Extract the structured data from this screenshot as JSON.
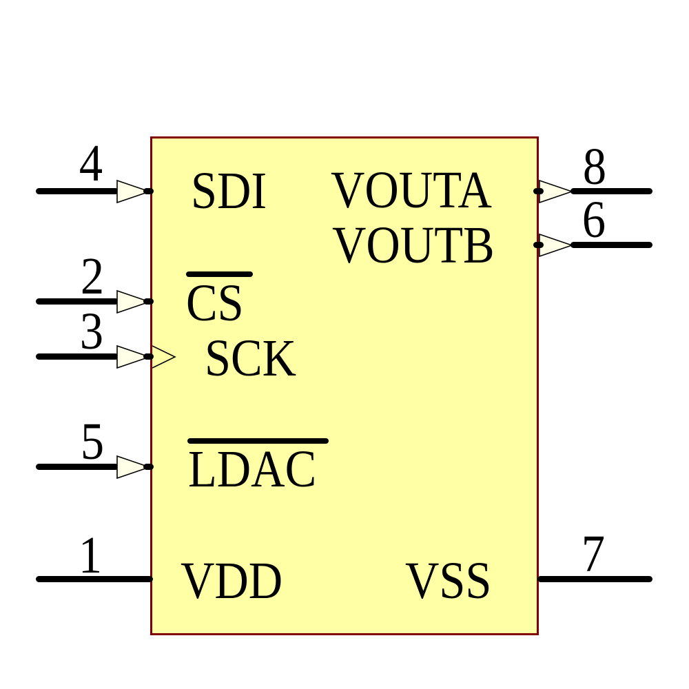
{
  "diagram": {
    "kind": "ic-schematic-symbol",
    "colors": {
      "body_fill": "#FFFFA6",
      "body_border": "#800000",
      "arrow_fill": "#FFFFE8",
      "wire": "#000000",
      "text": "#000000",
      "background": "#FFFFFF"
    },
    "pins": [
      {
        "number": "4",
        "label": "SDI",
        "side": "left",
        "type": "input",
        "overline": false,
        "clock": false
      },
      {
        "number": "2",
        "label": "CS",
        "side": "left",
        "type": "input",
        "overline": true,
        "clock": false
      },
      {
        "number": "3",
        "label": "SCK",
        "side": "left",
        "type": "input",
        "overline": false,
        "clock": true
      },
      {
        "number": "5",
        "label": "LDAC",
        "side": "left",
        "type": "input",
        "overline": true,
        "clock": false
      },
      {
        "number": "1",
        "label": "VDD",
        "side": "left",
        "type": "power",
        "overline": false,
        "clock": false
      },
      {
        "number": "8",
        "label": "VOUTA",
        "side": "right",
        "type": "output",
        "overline": false,
        "clock": false
      },
      {
        "number": "6",
        "label": "VOUTB",
        "side": "right",
        "type": "output",
        "overline": false,
        "clock": false
      },
      {
        "number": "7",
        "label": "VSS",
        "side": "right",
        "type": "power",
        "overline": false,
        "clock": false
      }
    ]
  }
}
